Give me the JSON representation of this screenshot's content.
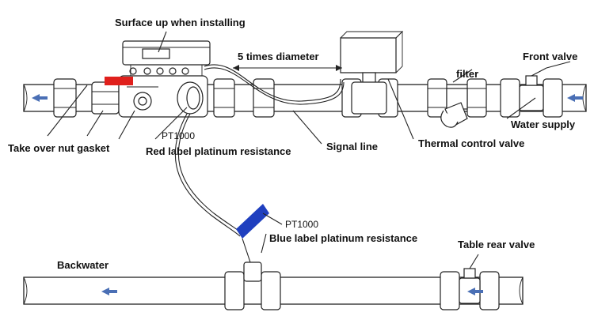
{
  "labels": {
    "surface_up": "Surface up when installing",
    "five_times_diameter": "5 times diameter",
    "filter": "filter",
    "front_valve": "Front valve",
    "water_supply": "Water supply",
    "take_over_nut_gasket": "Take over nut gasket",
    "pt1000_top": "PT1000",
    "red_label": "Red label platinum resistance",
    "signal_line": "Signal line",
    "thermal_control_valve": "Thermal control valve",
    "pt1000_bottom": "PT1000",
    "blue_label": "Blue label platinum resistance",
    "table_rear_valve": "Table rear valve",
    "backwater": "Backwater"
  },
  "colors": {
    "red_label": "#e0201c",
    "blue_label": "#1f3fbf",
    "flow_arrow": "#4a6fb5",
    "line": "#222222"
  },
  "icons": {
    "flow_arrow_supply_left": "left-arrow-icon",
    "flow_arrow_supply_right": "left-arrow-icon",
    "flow_arrow_back_left": "right-arrow-icon",
    "flow_arrow_back_right": "right-arrow-icon"
  }
}
